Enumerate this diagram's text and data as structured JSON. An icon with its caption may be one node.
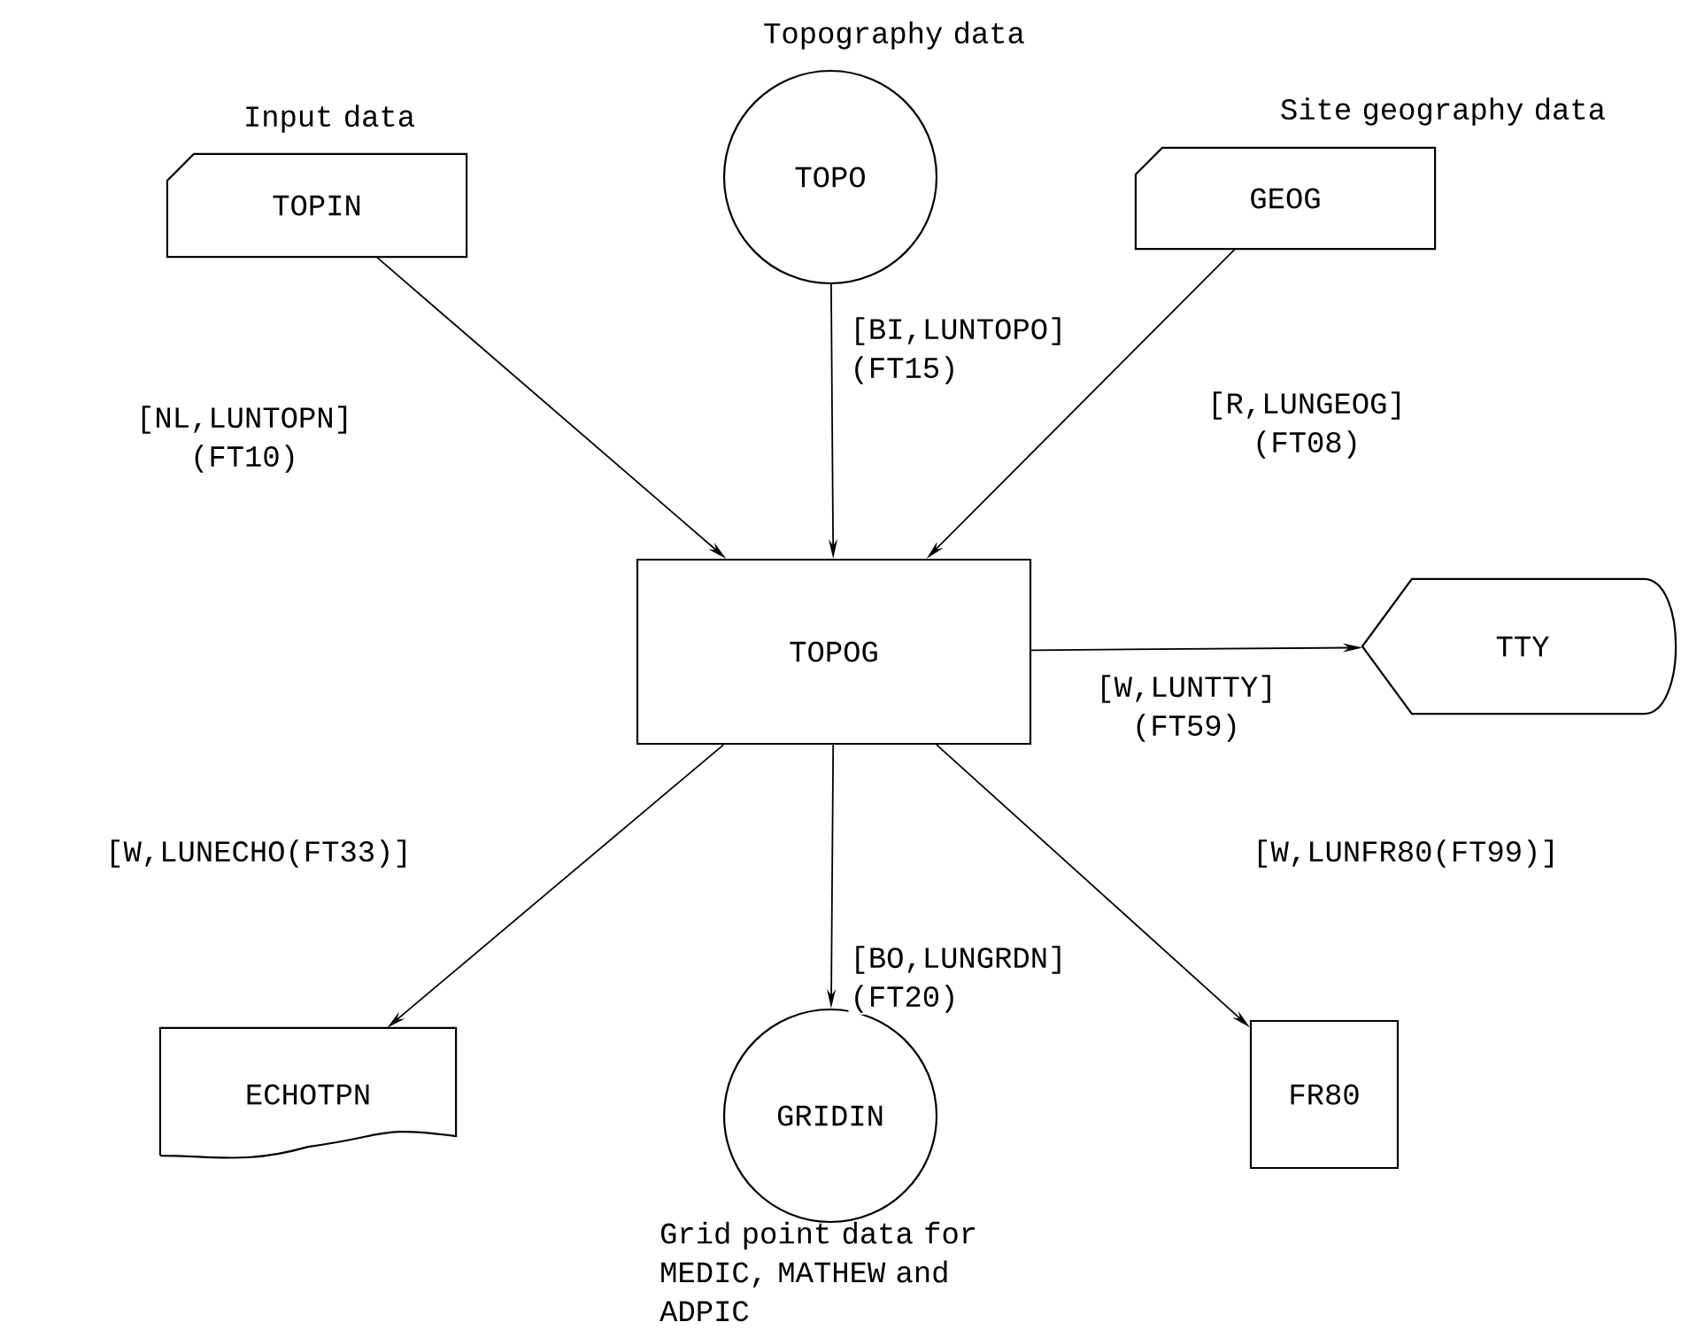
{
  "diagram": {
    "nodes": [
      {
        "text": [
          "TOPIN"
        ],
        "beside": [
          "Input data"
        ]
      },
      {
        "text": [
          "TOPO"
        ],
        "beside": [
          "Topography data"
        ]
      },
      {
        "text": [
          "GEOG"
        ],
        "beside": [
          "Site geography data"
        ]
      },
      {
        "text": [
          "TOPOG"
        ]
      },
      {
        "text": [
          "TTY"
        ]
      },
      {
        "text": [
          "ECHOTPN"
        ]
      },
      {
        "text": [
          "GRIDIN"
        ],
        "beside": [
          "Grid point data for MEDIC, MATHEW and ADPIC"
        ]
      },
      {
        "text": [
          "FR80"
        ]
      }
    ],
    "edges": [
      {
        "from": 0,
        "to": 3,
        "arrow": "to",
        "label": "[NL,LUNTOPN] (FT10)"
      },
      {
        "from": 1,
        "to": 3,
        "arrow": "to",
        "label": "[BI,LUNTOPO] (FT15)"
      },
      {
        "from": 2,
        "to": 3,
        "arrow": "to",
        "label": "[R,LUNGEOG] (FT08)"
      },
      {
        "from": 3,
        "to": 4,
        "arrow": "to",
        "label": "[W,LUNTTY] (FT59)"
      },
      {
        "from": 3,
        "to": 5,
        "arrow": "to",
        "label": "[W,LUNECHO(FT33)]"
      },
      {
        "from": 3,
        "to": 6,
        "arrow": "to",
        "label": "[BO,LUNGRDN] (FT20)"
      },
      {
        "from": 3,
        "to": 7,
        "arrow": "to",
        "label": "[W,LUNFR80(FT99)]"
      }
    ]
  }
}
